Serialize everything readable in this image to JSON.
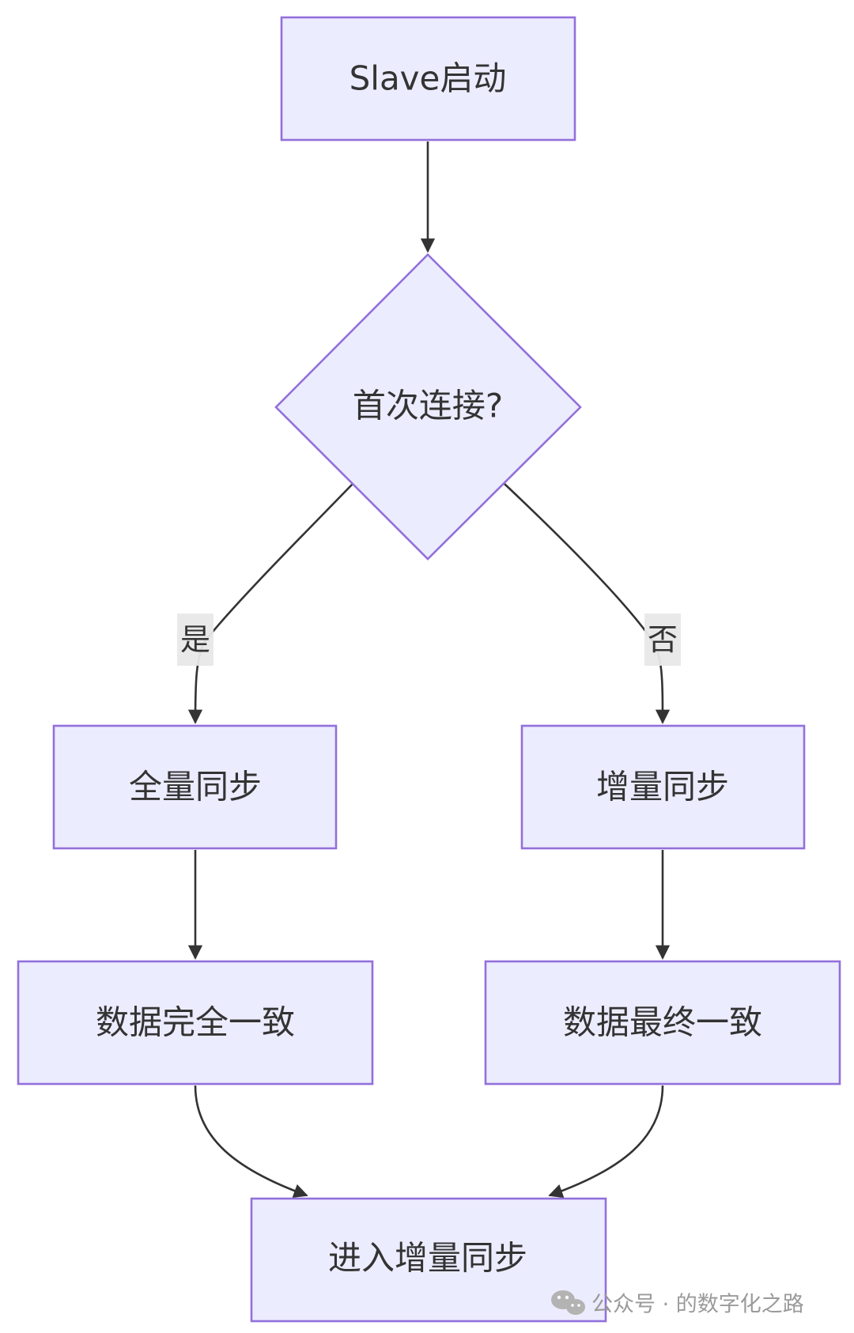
{
  "nodes": {
    "start": {
      "label": "Slave启动"
    },
    "decision": {
      "label": "首次连接?"
    },
    "full_sync": {
      "label": "全量同步"
    },
    "incr_sync": {
      "label": "增量同步"
    },
    "full_consistent": {
      "label": "数据完全一致"
    },
    "eventual_consistent": {
      "label": "数据最终一致"
    },
    "enter_incr": {
      "label": "进入增量同步"
    }
  },
  "edges": {
    "yes_label": "是",
    "no_label": "否"
  },
  "watermark": {
    "text": "公众号 · 的数字化之路",
    "icon": "wechat-icon"
  },
  "colors": {
    "node_fill": "#ECECFF",
    "node_stroke": "#9370DB",
    "edge": "#333333",
    "text": "#333333"
  }
}
